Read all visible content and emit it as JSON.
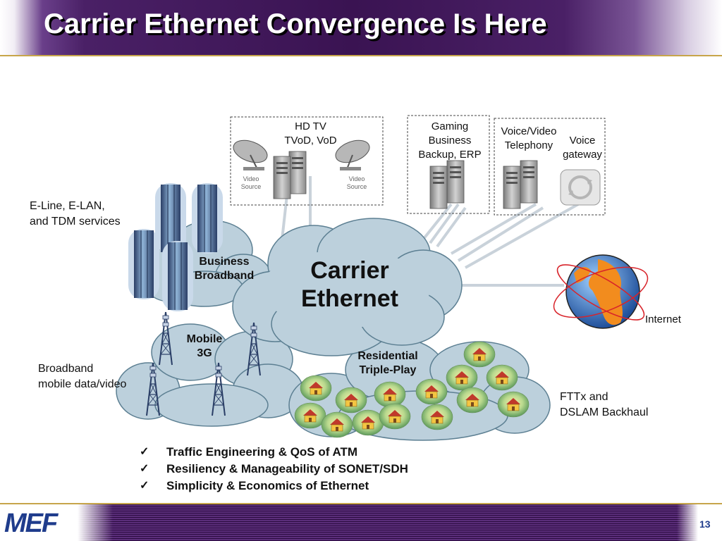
{
  "title": "Carrier Ethernet Convergence Is Here",
  "center": {
    "line1": "Carrier",
    "line2": "Ethernet"
  },
  "clouds": {
    "business": {
      "line1": "Business",
      "line2": "Broadband"
    },
    "mobile": {
      "line1": "Mobile",
      "line2": "3G"
    },
    "residential": {
      "line1": "Residential",
      "line2": "Triple-Play"
    }
  },
  "services": {
    "hdtv": {
      "line1": "HD TV",
      "line2": "TVoD, VoD",
      "video_source_left": [
        "Video",
        "Source"
      ],
      "video_source_right": [
        "Video",
        "Source"
      ]
    },
    "gaming": {
      "line1": "Gaming",
      "line2": "Business",
      "line3": "Backup, ERP"
    },
    "voice": {
      "line1": "Voice/Video",
      "line2": "Telephony",
      "gateway1": "Voice",
      "gateway2": "gateway"
    }
  },
  "labels": {
    "eline": {
      "line1": "E-Line, E-LAN,",
      "line2": "and TDM services"
    },
    "broadband": {
      "line1": "Broadband",
      "line2": "mobile data/video"
    },
    "fttx": {
      "line1": "FTTx and",
      "line2": "DSLAM Backhaul"
    },
    "internet": "Internet"
  },
  "bullets": [
    "Traffic Engineering & QoS of ATM",
    "Resiliency & Manageability of SONET/SDH",
    "Simplicity & Economics of Ethernet"
  ],
  "check_glyph": "✓",
  "footer": {
    "logo": "MEF",
    "page": "13"
  },
  "colors": {
    "header": "#3a1352",
    "cloud_fill": "#bcd0dc",
    "cloud_stroke": "#5c7f92",
    "logo": "#1f3c8c"
  }
}
